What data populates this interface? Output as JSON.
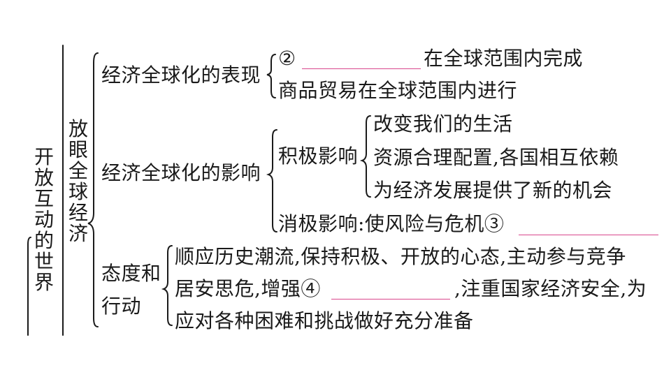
{
  "root": {
    "title": "开放互动的世界"
  },
  "branch": {
    "title": "放眼全球经济"
  },
  "sections": {
    "manifestation": {
      "label": "经济全球化的表现",
      "item1_num": "②",
      "item1_text": "在全球范围内完成",
      "item2_text": "商品贸易在全球范围内进行"
    },
    "influence": {
      "label": "经济全球化的影响",
      "positive_label": "积极影响",
      "positive_items": [
        "改变我们的生活",
        "资源合理配置,各国相互依赖",
        "为经济发展提供了新的机会"
      ],
      "negative_text": "消极影响:使风险与危机③"
    },
    "attitude": {
      "label_line1": "态度和",
      "label_line2": "行动",
      "line1": "顺应历史潮流,保持积极、开放的心态,主动参与竞争",
      "line2_before": "居安思危,增强④",
      "line2_after": ",注重国家经济安全,为",
      "line3": "应对各种困难和挑战做好充分准备"
    }
  },
  "colors": {
    "blank_line": "#d9468c",
    "text": "#1a1a1a"
  }
}
